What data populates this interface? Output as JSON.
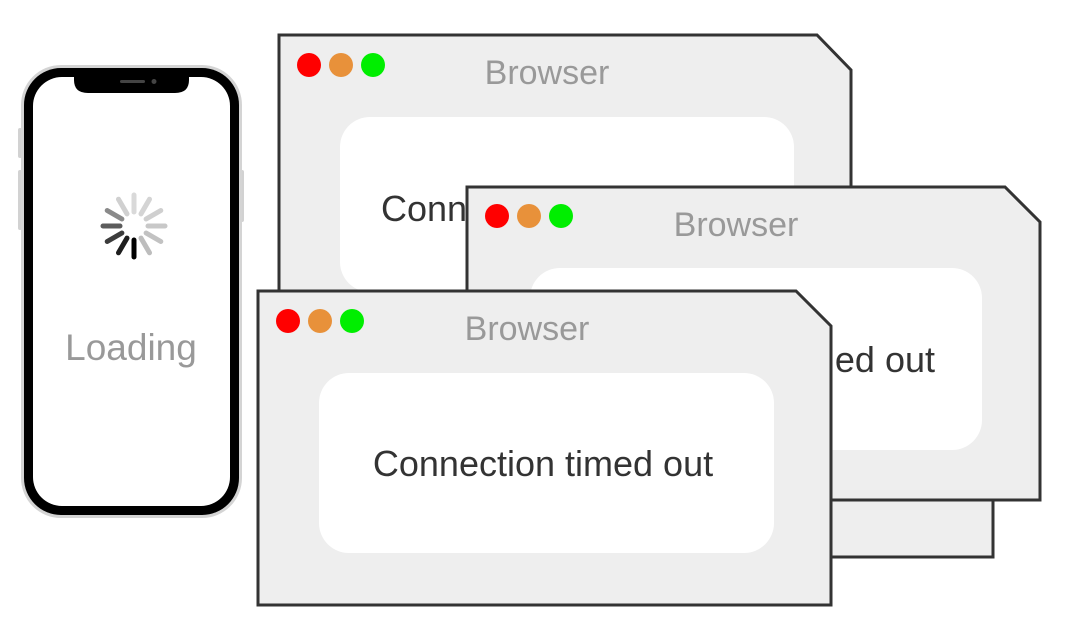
{
  "colors": {
    "close": "#ff0000",
    "minimize": "#e8913a",
    "maximize": "#00ee00",
    "window_fill": "#eeeeee",
    "window_stroke": "#333333",
    "content_fill": "#ffffff",
    "title_text": "#999999",
    "message_text": "#333333"
  },
  "phone": {
    "status_label": "Loading",
    "spinner_icon": "loading-spinner-icon"
  },
  "windows": [
    {
      "title": "Browser",
      "message": "Connection timed out"
    },
    {
      "title": "Browser",
      "message": "Connection timed out"
    },
    {
      "title": "Browser",
      "message": "Connection timed out"
    }
  ]
}
